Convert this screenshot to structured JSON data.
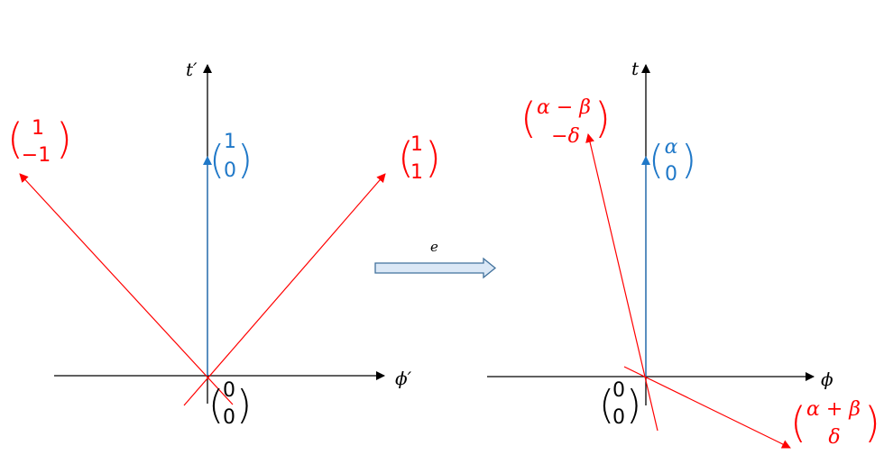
{
  "colors": {
    "axis": "#000000",
    "red": "#ff0000",
    "blue": "#1f78c8",
    "arrow_fill": "#dbe8f6",
    "arrow_stroke": "#41719c"
  },
  "left_panel": {
    "t_axis_label": "t′",
    "phi_axis_label": "ϕ′",
    "blue_vector": {
      "top": "1",
      "bottom": "0"
    },
    "red_vector_left": {
      "top": "1",
      "bottom": "−1"
    },
    "red_vector_right": {
      "top": "1",
      "bottom": "1"
    },
    "origin": {
      "top": "0",
      "bottom": "0"
    }
  },
  "transform": {
    "label": "e"
  },
  "right_panel": {
    "t_axis_label": "t",
    "phi_axis_label": "ϕ",
    "blue_vector": {
      "top": "α",
      "bottom": "0"
    },
    "red_vector_upper": {
      "top": "α − β",
      "bottom": "−δ"
    },
    "red_vector_lower": {
      "top": "α + β",
      "bottom": "δ"
    },
    "origin": {
      "top": "0",
      "bottom": "0"
    }
  }
}
